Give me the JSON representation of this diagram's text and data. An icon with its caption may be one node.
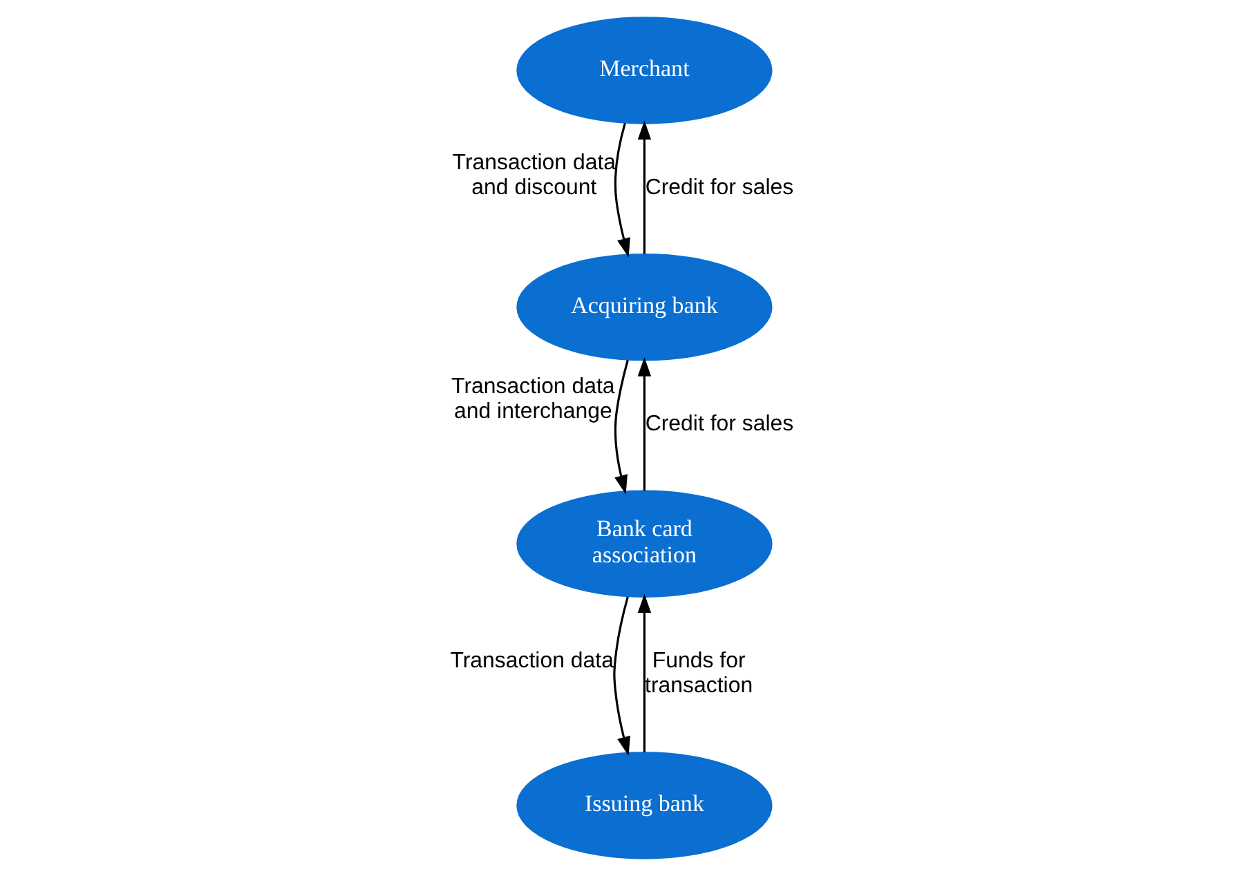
{
  "diagram": {
    "nodes": [
      {
        "text": [
          "Merchant"
        ]
      },
      {
        "text": [
          "Acquiring bank"
        ]
      },
      {
        "text": [
          "Bank card association"
        ]
      },
      {
        "text": [
          "Issuing bank"
        ]
      }
    ],
    "edges": [
      {
        "from": 0,
        "to": 1,
        "arrow": "to",
        "label": "Transaction data and discount"
      },
      {
        "from": 1,
        "to": 0,
        "arrow": "to",
        "label": "Credit for sales"
      },
      {
        "from": 1,
        "to": 2,
        "arrow": "to",
        "label": "Transaction data and interchange"
      },
      {
        "from": 2,
        "to": 1,
        "arrow": "to",
        "label": "Credit for sales"
      },
      {
        "from": 2,
        "to": 3,
        "arrow": "to",
        "label": "Transaction data"
      },
      {
        "from": 3,
        "to": 2,
        "arrow": "to",
        "label": "Funds for transaction"
      }
    ]
  }
}
